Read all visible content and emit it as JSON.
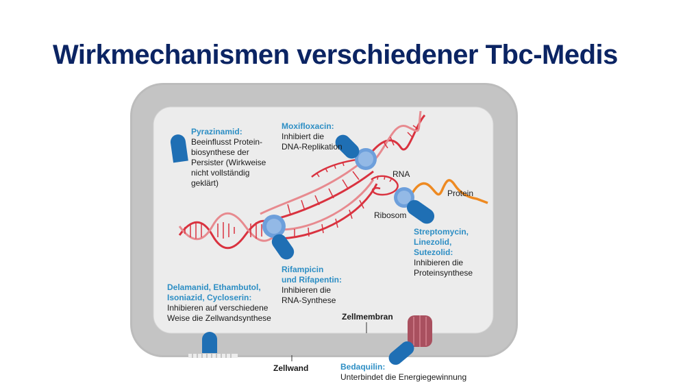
{
  "title": "Wirkmechanismen verschiedener Tbc-Medis",
  "colors": {
    "title": "#0b2463",
    "heading": "#2d8ec4",
    "cell_wall": "#b6b6b6",
    "cytoplasm": "#ececec",
    "drug_blue": "#1f6fb4",
    "dna_red": "#d9323f",
    "protein_orange": "#ee8a22",
    "atp_synthase": "#a9505f"
  },
  "drugs": {
    "pyrazinamid": {
      "name": "Pyrazinamid:",
      "lines": [
        "Beeinflusst Protein-",
        "biosynthese der",
        "Persister (Wirkweise",
        "nicht vollständig",
        "geklärt)"
      ]
    },
    "moxifloxacin": {
      "name": "Moxifloxacin:",
      "lines": [
        "Inhibiert die",
        "DNA-Replikation"
      ]
    },
    "rifampicin": {
      "name_lines": [
        "Rifampicin",
        "und Rifapentin:"
      ],
      "lines": [
        "Inhibieren die",
        "RNA-Synthese"
      ]
    },
    "streptomycin": {
      "name_lines": [
        "Streptomycin,",
        "Linezolid,",
        "Sutezolid:"
      ],
      "lines": [
        "Inhibieren die",
        "Proteinsynthese"
      ]
    },
    "delamanid": {
      "name_lines": [
        "Delamanid, Ethambutol,",
        "Isoniazid, Cycloserin:"
      ],
      "lines": [
        "Inhibieren auf verschiedene",
        "Weise die Zellwandsynthese"
      ]
    },
    "bedaquilin": {
      "name": "Bedaquilin:",
      "lines": [
        "Unterbindet die Energiegewinnung"
      ]
    }
  },
  "labels": {
    "rna": "RNA",
    "protein": "Protein",
    "ribosom": "Ribosom",
    "zellmembran": "Zellmembran",
    "zellwand": "Zellwand"
  },
  "icons": [
    "capsule-icon",
    "ribosome-icon",
    "atp-synthase-icon",
    "dna-helix-icon"
  ]
}
